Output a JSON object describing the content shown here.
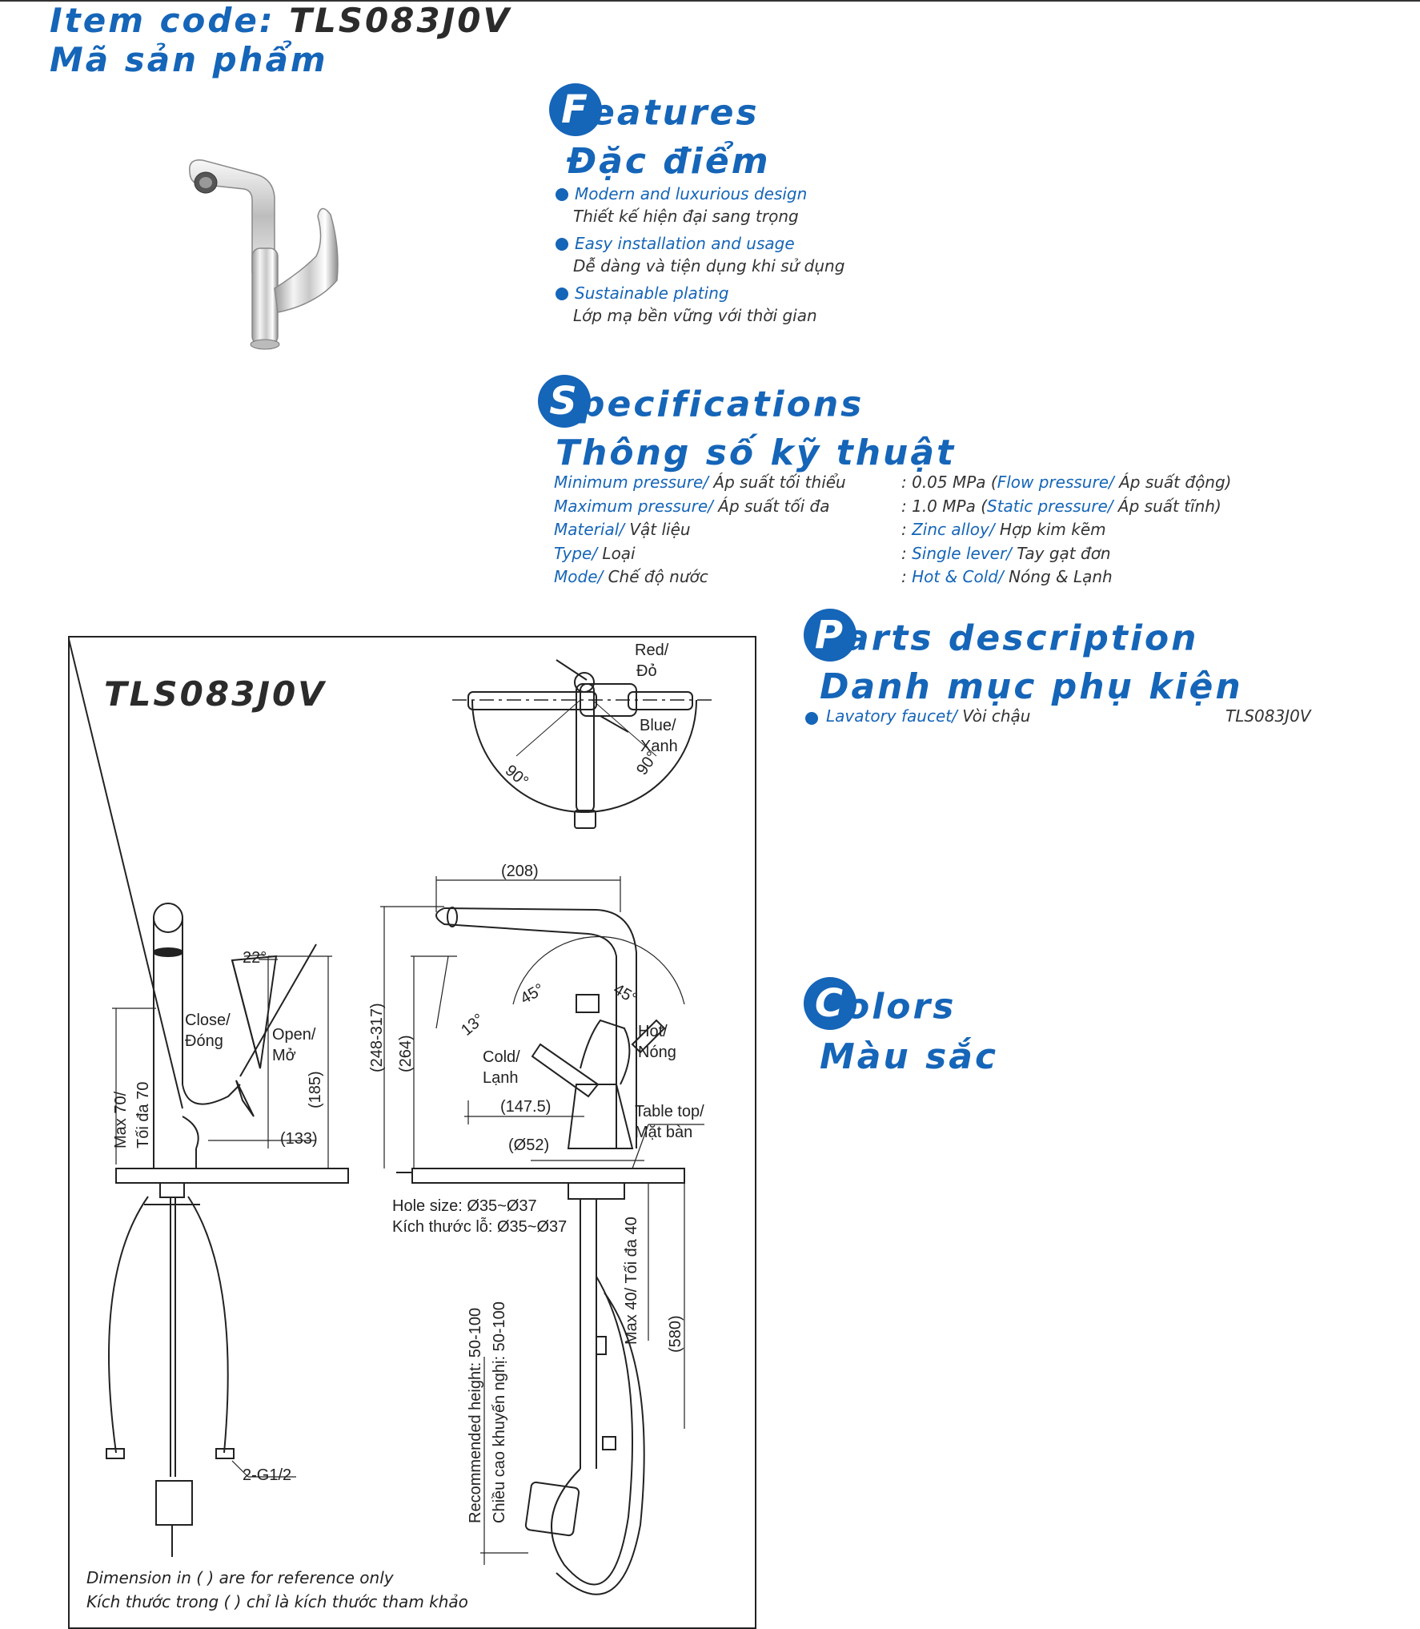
{
  "header": {
    "item_code_label": "Item code: ",
    "item_code_value": "TLS083J0V",
    "product_label": "Mã sản phẩm"
  },
  "features": {
    "initial": "F",
    "title_rest": "eatures",
    "subtitle": "Đặc điểm",
    "items": [
      {
        "en": "Modern and luxurious design",
        "vi": "Thiết kế hiện đại sang trọng"
      },
      {
        "en": "Easy installation and usage",
        "vi": "Dễ dàng và tiện dụng khi sử dụng"
      },
      {
        "en": "Sustainable plating",
        "vi": "Lớp mạ bền vững với thời gian"
      }
    ]
  },
  "specifications": {
    "initial": "S",
    "title_rest": "pecifications",
    "subtitle": "Thông số kỹ thuật",
    "rows": [
      {
        "key_en": "Minimum pressure/",
        "key_vi": " Áp suất tối thiểu",
        "val_a": ": 0.05 MPa (",
        "val_en": "Flow pressure/",
        "val_vi": " Áp suất động)"
      },
      {
        "key_en": "Maximum pressure/",
        "key_vi": " Áp suất tối đa",
        "val_a": ": 1.0 MPa (",
        "val_en": "Static pressure/",
        "val_vi": " Áp suất tĩnh)"
      },
      {
        "key_en": "Material/",
        "key_vi": " Vật liệu",
        "val_a": ": ",
        "val_en": "Zinc alloy/",
        "val_vi": " Hợp kim kẽm"
      },
      {
        "key_en": "Type/",
        "key_vi": " Loại",
        "val_a": ": ",
        "val_en": "Single lever/",
        "val_vi": " Tay gạt đơn"
      },
      {
        "key_en": "Mode/",
        "key_vi": " Chế độ nước",
        "val_a": ": ",
        "val_en": "Hot & Cold/",
        "val_vi": " Nóng & Lạnh"
      }
    ]
  },
  "parts": {
    "initial": "P",
    "title_rest": "arts description",
    "subtitle": "Danh mục phụ kiện",
    "items": [
      {
        "name_en": "Lavatory faucet/",
        "name_vi": " Vòi chậu",
        "code": "TLS083J0V"
      }
    ]
  },
  "colors": {
    "initial": "C",
    "title_rest": "olors",
    "subtitle": "Màu sắc"
  },
  "drawing": {
    "model": "TLS083J0V",
    "labels": {
      "red": "Red/",
      "red_vi": "Đỏ",
      "blue": "Blue/",
      "blue_vi": "Xanh",
      "angle_90": "90°",
      "angle_22": "22°",
      "angle_45": "45°",
      "angle_13": "13°",
      "close": "Close/",
      "close_vi": "Đóng",
      "open": "Open/",
      "open_vi": "Mở",
      "cold": "Cold/",
      "cold_vi": "Lạnh",
      "hot": "Hot/",
      "hot_vi": "Nóng",
      "dim_208": "(208)",
      "dim_248_317": "(248-317)",
      "dim_264": "(264)",
      "dim_185": "(185)",
      "dim_133": "(133)",
      "dim_147_5": "(147.5)",
      "dim_52": "(Ø52)",
      "dim_580": "(580)",
      "max70": "Max 70/",
      "max70_vi": "Tối đa 70",
      "table_top": "Table top/",
      "table_top_vi": "Mặt bàn",
      "hole_size": "Hole size: Ø35~Ø37",
      "hole_size_vi": "Kích thước lỗ: Ø35~Ø37",
      "max40": "Max 40/ Tối đa 40",
      "rec_height": "Recommended height: 50-100",
      "rec_height_vi": "Chiều cao khuyến nghị: 50-100",
      "g12": "2-G1/2"
    },
    "note_en": "Dimension in ( ) are for reference only",
    "note_vi": "Kích thước trong ( ) chỉ là kích thước tham khảo"
  }
}
